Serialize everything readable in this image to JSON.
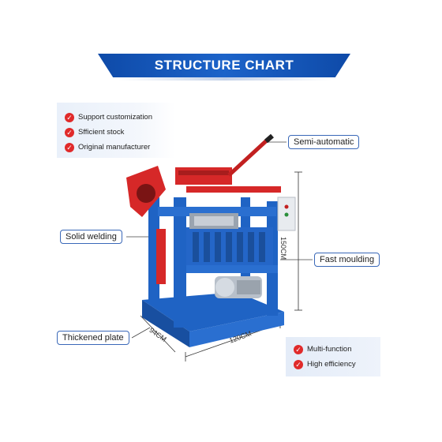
{
  "header": {
    "title": "STRUCTURE CHART"
  },
  "features_top": [
    {
      "icon": "check-icon",
      "label": "Support customization"
    },
    {
      "icon": "check-icon",
      "label": "Sfficient stock"
    },
    {
      "icon": "check-icon",
      "label": "Original manufacturer"
    }
  ],
  "features_bottom": [
    {
      "icon": "check-icon",
      "label": "Multi-function"
    },
    {
      "icon": "check-icon",
      "label": "High efficiency"
    }
  ],
  "callouts": {
    "semi_automatic": "Semi-automatic",
    "solid_welding": "Solid welding",
    "fast_moulding": "Fast moulding",
    "thickened_plate": "Thickened plate"
  },
  "dimensions": {
    "height": "150CM",
    "length": "120CM",
    "width": "94CM"
  },
  "colors": {
    "banner": "#1c5bbf",
    "frame": "#1f63c4",
    "accent": "#d62828",
    "check": "#e02a2a"
  }
}
